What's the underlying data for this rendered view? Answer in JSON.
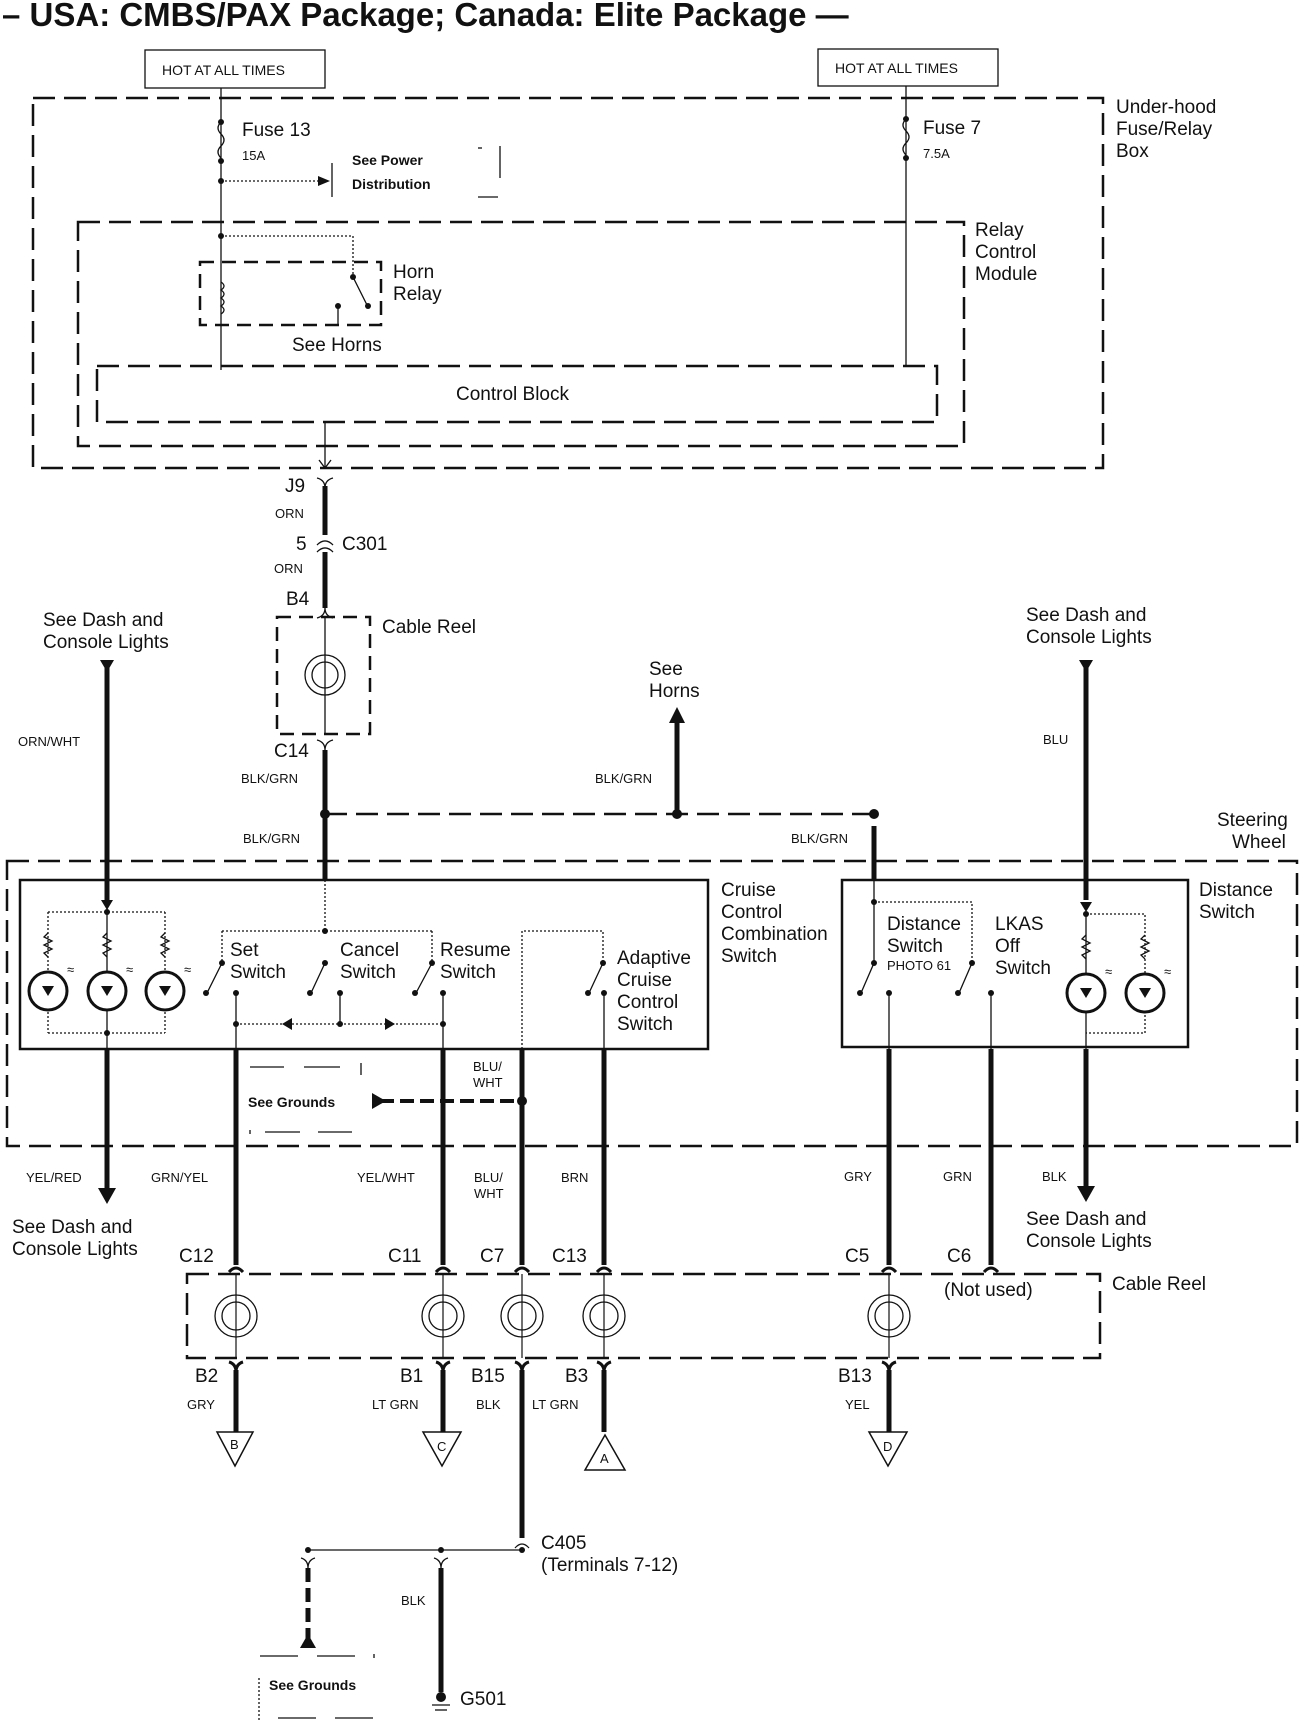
{
  "title": "– USA: CMBS/PAX Package; Canada: Elite Package —",
  "power_sources": [
    {
      "label": "HOT AT ALL TIMES"
    },
    {
      "label": "HOT AT ALL TIMES"
    }
  ],
  "underhood_box": {
    "label_lines": [
      "Under-hood",
      "Fuse/Relay",
      "Box"
    ]
  },
  "fuses": [
    {
      "name": "Fuse 13",
      "rating": "15A"
    },
    {
      "name": "Fuse 7",
      "rating": "7.5A"
    }
  ],
  "see_power": {
    "lines": [
      "See Power",
      "Distribution"
    ]
  },
  "relay_module": {
    "label_lines": [
      "Relay",
      "Control",
      "Module"
    ]
  },
  "horn_relay": {
    "label_lines": [
      "Horn",
      "Relay"
    ],
    "see": "See Horns"
  },
  "control_block": {
    "label": "Control Block"
  },
  "connectors": {
    "j9": "J9",
    "c301_pin": "5",
    "c301": "C301",
    "b4": "B4",
    "c14": "C14",
    "c12": "C12",
    "c11": "C11",
    "c7": "C7",
    "c13": "C13",
    "c5": "C5",
    "c6": "C6",
    "b2": "B2",
    "b1": "B1",
    "b15": "B15",
    "b3": "B3",
    "b13": "B13",
    "c405": "C405",
    "c405_note": "(Terminals 7-12)",
    "g501": "G501",
    "c6_note": "(Not used)"
  },
  "wires": {
    "orn1": "ORN",
    "orn2": "ORN",
    "orn_wht": "ORN/WHT",
    "blk_grn_c14": "BLK/GRN",
    "blk_grn_horns": "BLK/GRN",
    "blk_grn_left": "BLK/GRN",
    "blk_grn_right": "BLK/GRN",
    "blu": "BLU",
    "blu_wht_in": [
      "BLU/",
      "WHT"
    ],
    "yel_red": "YEL/RED",
    "grn_yel": "GRN/YEL",
    "yel_wht": "YEL/WHT",
    "blu_wht_out": [
      "BLU/",
      "WHT"
    ],
    "brn": "BRN",
    "gry_out": "GRY",
    "grn_out": "GRN",
    "blk_out": "BLK",
    "gry_b2": "GRY",
    "lt_grn_b1": "LT GRN",
    "blk_b15": "BLK",
    "lt_grn_b3": "LT GRN",
    "yel_b13": "YEL",
    "blk_g501": "BLK"
  },
  "cable_reel_top": {
    "label": "Cable Reel"
  },
  "cable_reel_bottom": {
    "label": "Cable Reel"
  },
  "see_dash_left_top": [
    "See Dash and",
    "Console Lights"
  ],
  "see_dash_right_top": [
    "See Dash and",
    "Console Lights"
  ],
  "see_dash_left_bottom": [
    "See Dash and",
    "Console Lights"
  ],
  "see_dash_right_bottom": [
    "See Dash and",
    "Console Lights"
  ],
  "see_horns": [
    "See",
    "Horns"
  ],
  "steering_wheel": [
    "Steering",
    "Wheel"
  ],
  "cruise_switch": {
    "label_lines": [
      "Cruise",
      "Control",
      "Combination",
      "Switch"
    ],
    "switches": [
      [
        "Set",
        "Switch"
      ],
      [
        "Cancel",
        "Switch"
      ],
      [
        "Resume",
        "Switch"
      ],
      [
        "Adaptive",
        "Cruise",
        "Control",
        "Switch"
      ]
    ]
  },
  "distance_module": {
    "label_lines": [
      "Distance",
      "Switch"
    ],
    "distance_switch": [
      "Distance",
      "Switch"
    ],
    "photo": "PHOTO 61",
    "lkas": [
      "LKAS",
      "Off",
      "Switch"
    ]
  },
  "see_grounds": "See Grounds",
  "see_grounds_bottom": "See Grounds",
  "off_page_refs": [
    "B",
    "C",
    "A",
    "D"
  ]
}
